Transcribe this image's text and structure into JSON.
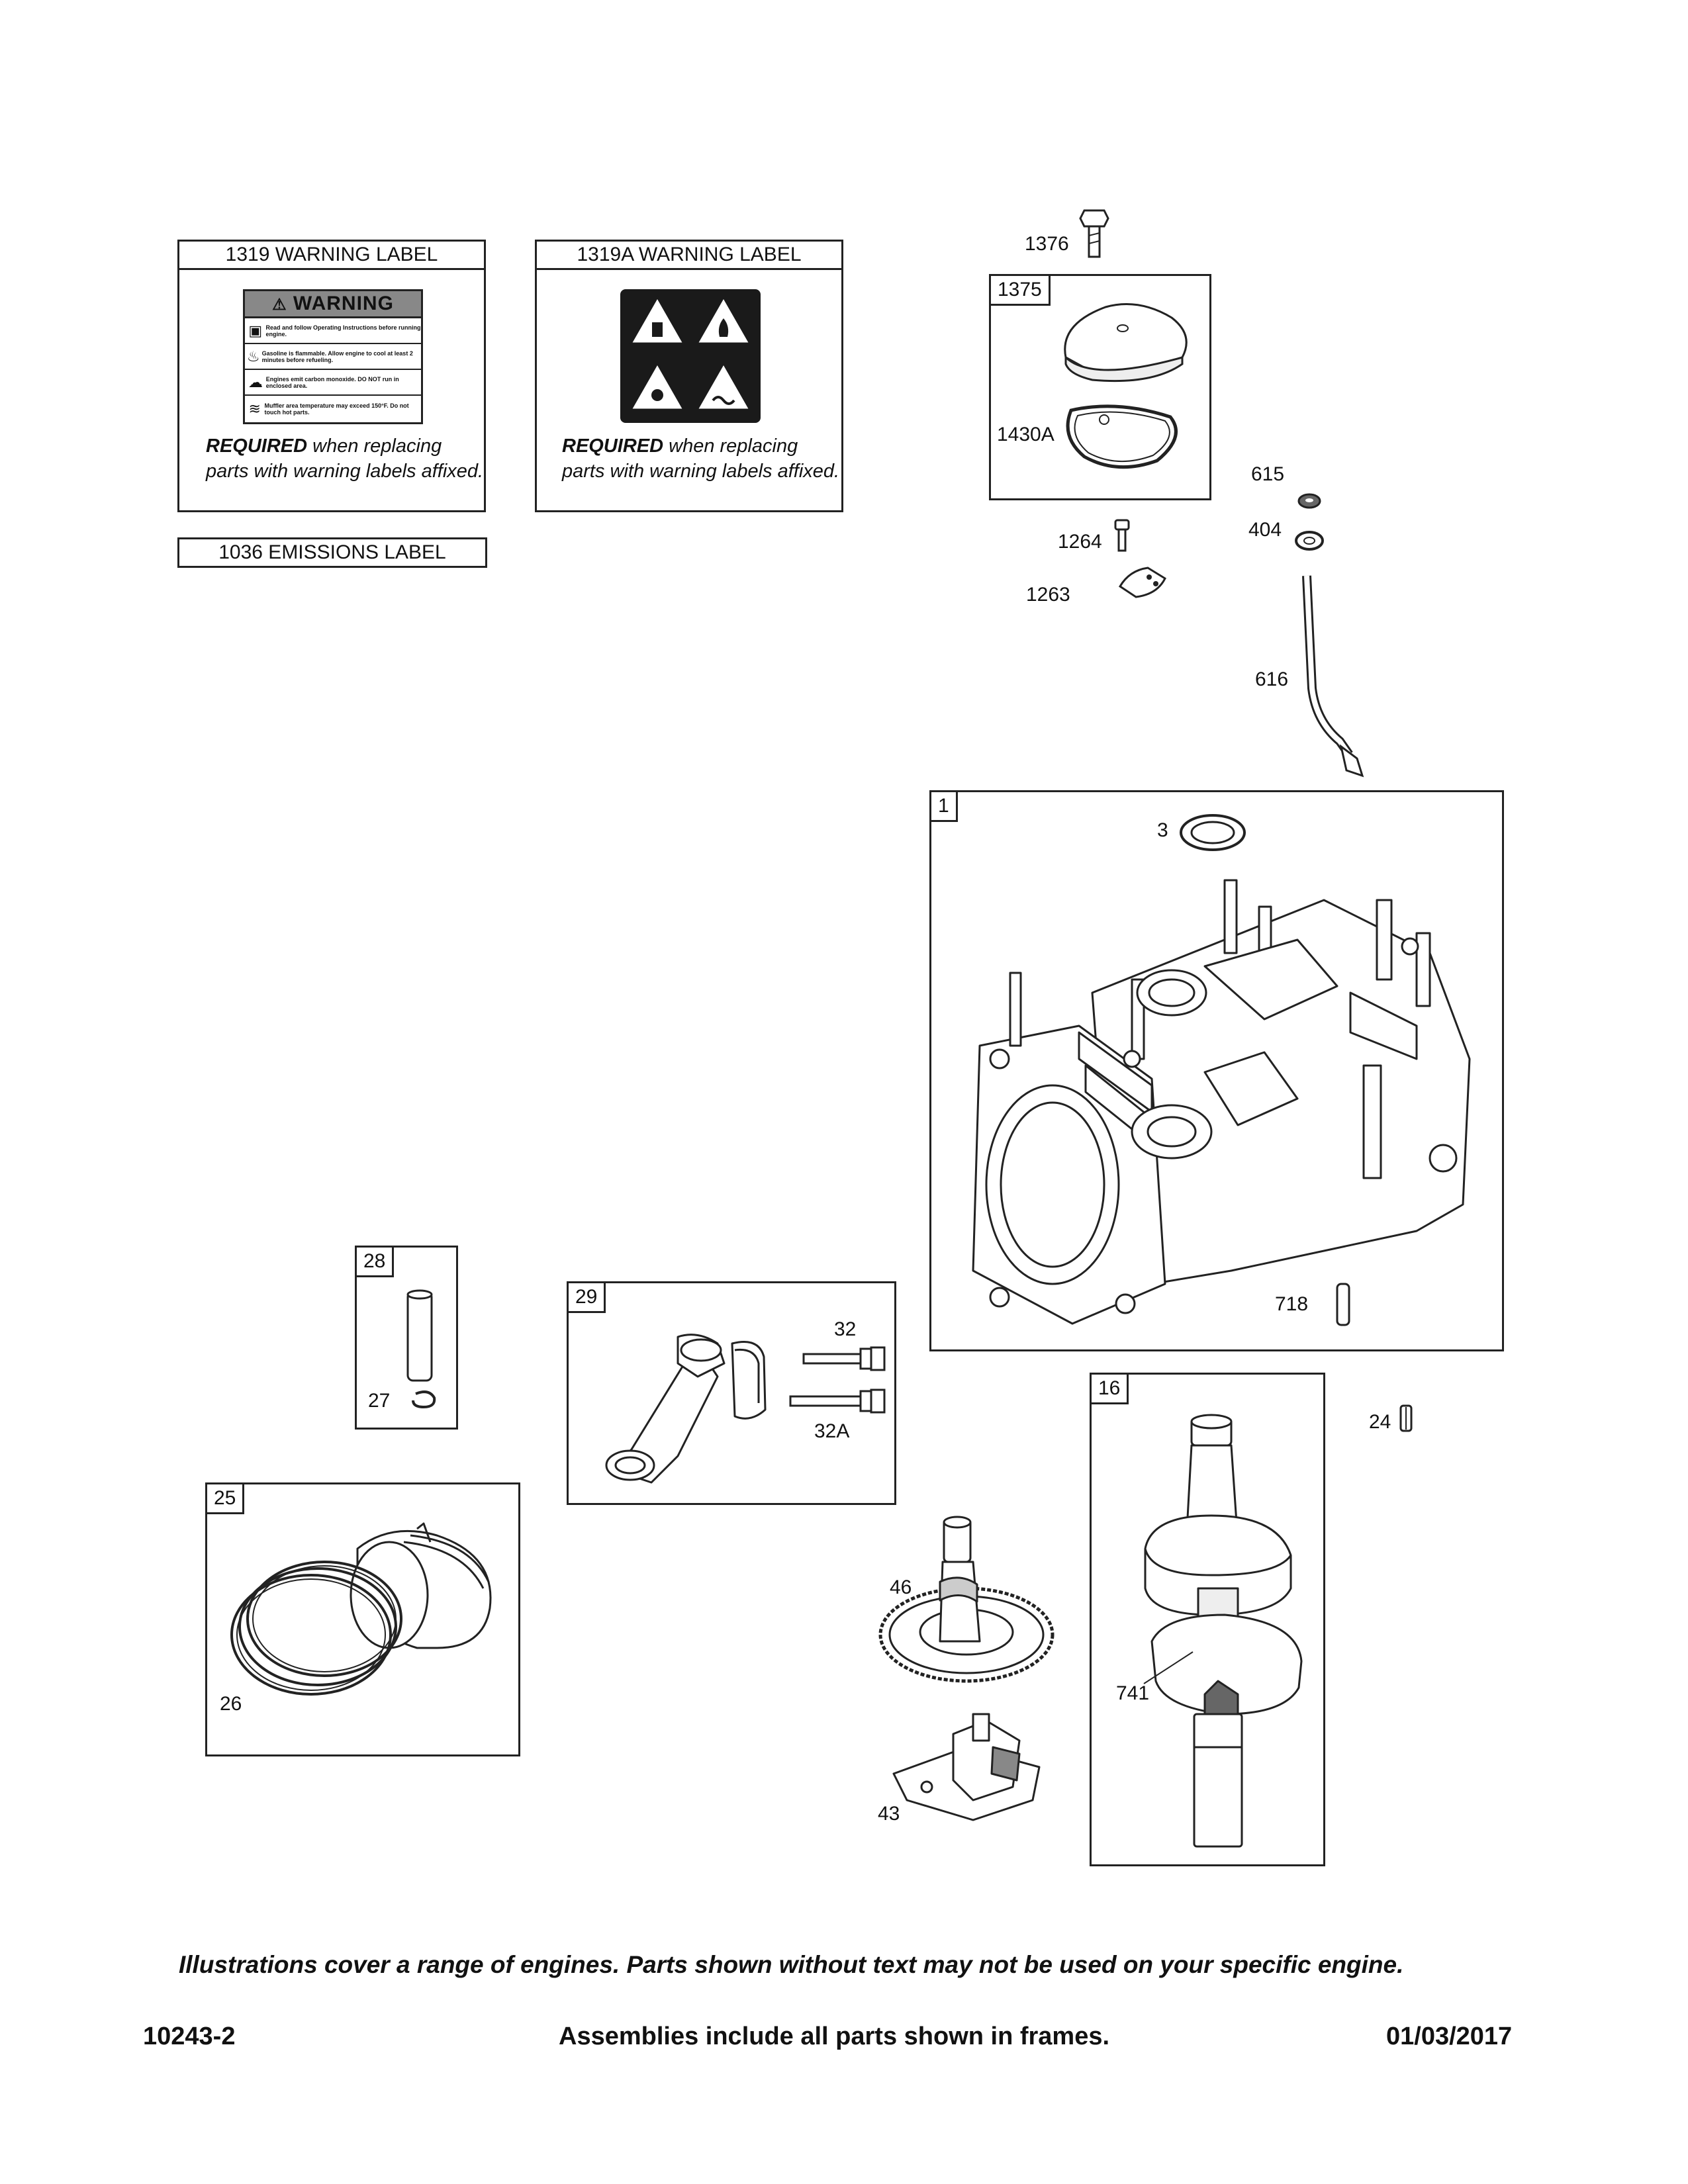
{
  "labels": {
    "label_1319": {
      "title": "1319 WARNING LABEL",
      "req_strong": "REQUIRED",
      "req_rest": " when replacing parts with warning labels affixed."
    },
    "label_1319a": {
      "title": "1319A WARNING LABEL",
      "req_strong": "REQUIRED",
      "req_rest": " when replacing parts with warning labels affixed."
    },
    "label_1036": {
      "title": "1036 EMISSIONS LABEL"
    },
    "warning_word": "WARNING",
    "warning_lines": [
      "Read and follow Operating Instructions before running engine.",
      "Gasoline is flammable. Allow engine to cool at least 2 minutes before refueling.",
      "Engines emit carbon monoxide. DO NOT run in enclosed area.",
      "Muffler area temperature may exceed 150°F. Do not touch hot parts."
    ]
  },
  "frames": {
    "f1375": "1375",
    "f1": "1",
    "f28": "28",
    "f29": "29",
    "f25": "25",
    "f16": "16"
  },
  "callouts": {
    "c1376": "1376",
    "c1430a": "1430A",
    "c615": "615",
    "c404": "404",
    "c1264": "1264",
    "c1263": "1263",
    "c616": "616",
    "c3": "3",
    "c718": "718",
    "c27": "27",
    "c32": "32",
    "c32a": "32A",
    "c24": "24",
    "c46": "46",
    "c741": "741",
    "c26": "26",
    "c43": "43"
  },
  "footer": {
    "disclaimer": "Illustrations cover a range of engines. Parts shown without text may not be used on your specific engine.",
    "doc_number": "10243-2",
    "assemblies_note": "Assemblies include all parts shown in frames.",
    "date": "01/03/2017"
  }
}
